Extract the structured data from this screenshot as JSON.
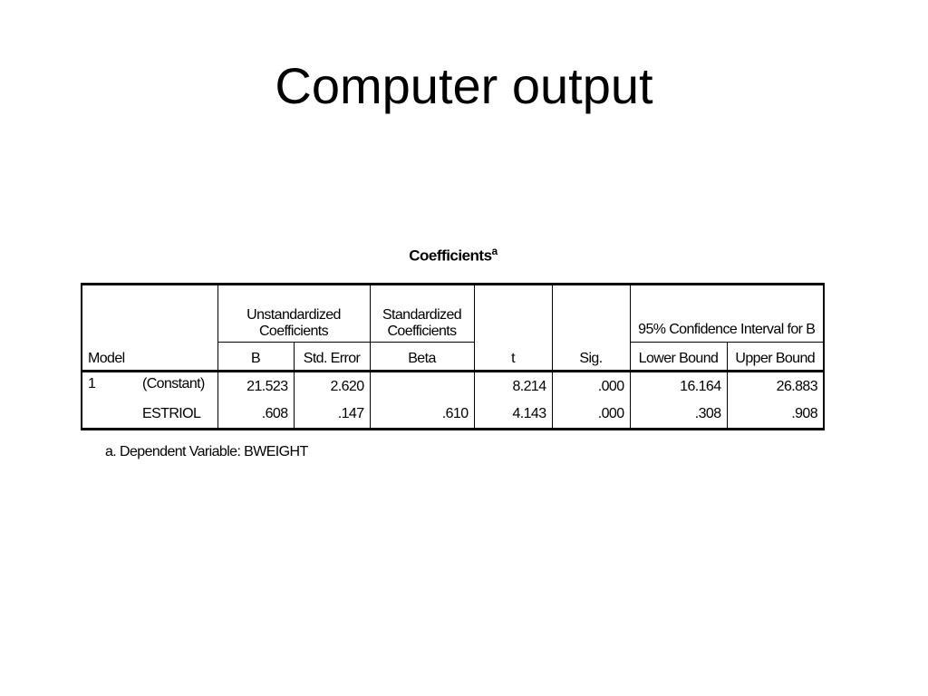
{
  "slide": {
    "title": "Computer output"
  },
  "table": {
    "title": "Coefficients",
    "title_sup": "a",
    "headers": {
      "model": "Model",
      "unstd_group": [
        "Unstandardized",
        "Coefficients"
      ],
      "std_group": [
        "Standardized",
        "Coefficients"
      ],
      "ci_group": "95% Confidence Interval for B",
      "b": "B",
      "std_error": "Std. Error",
      "beta": "Beta",
      "t": "t",
      "sig": "Sig.",
      "lower": "Lower Bound",
      "upper": "Upper Bound"
    },
    "rows": [
      {
        "model": "1",
        "term": "(Constant)",
        "b": "21.523",
        "se": "2.620",
        "beta": "",
        "t": "8.214",
        "sig": ".000",
        "lower": "16.164",
        "upper": "26.883"
      },
      {
        "model": "",
        "term": "ESTRIOL",
        "b": ".608",
        "se": ".147",
        "beta": ".610",
        "t": "4.143",
        "sig": ".000",
        "lower": ".308",
        "upper": ".908"
      }
    ],
    "footnote": {
      "marker": "a.",
      "text": "Dependent Variable: BWEIGHT"
    }
  }
}
